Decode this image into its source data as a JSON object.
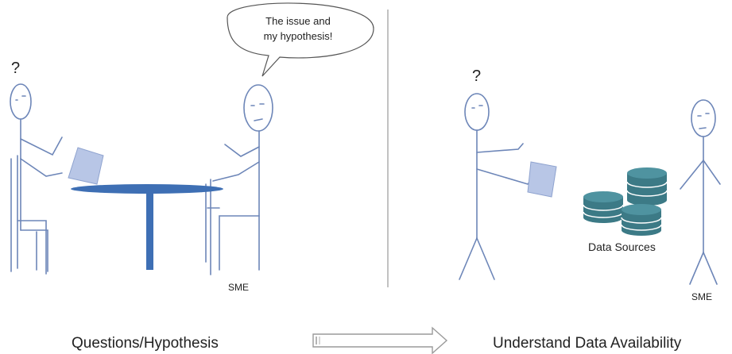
{
  "left_scene": {
    "question_mark": "?",
    "speech_bubble": [
      "The issue and",
      "my hypothesis!"
    ],
    "sme_label": "SME"
  },
  "right_scene": {
    "question_mark": "?",
    "data_sources_label": "Data Sources",
    "sme_label": "SME"
  },
  "captions": {
    "left": "Questions/Hypothesis",
    "right": "Understand Data Availability"
  },
  "colors": {
    "figure_stroke": "#6d86b8",
    "table": "#3e6fb4",
    "paper": "#b8c6e6",
    "database": "#3c7a86",
    "arrow": "#9a9a9a"
  }
}
